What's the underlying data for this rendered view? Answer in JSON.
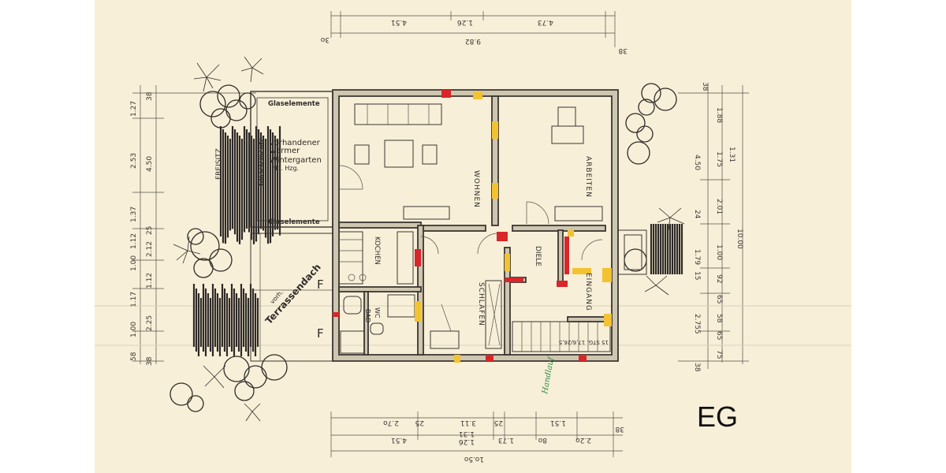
{
  "labels": {
    "glaselemente_top": "Glaselemente",
    "glaselemente_bottom": "Glaselemente",
    "glaselemente_side": "Glaselemente",
    "wintergarten_1": "vorhandener",
    "wintergarten_2": "warmer",
    "wintergarten_3": "Wintergarten",
    "wintergarten_4": "inkl. Hzg.",
    "freisitz": "FREISITZ",
    "terrassendach_1": "vorh.",
    "terrassendach_2": "Terrassendach",
    "f_upper": "F",
    "f_lower": "F",
    "wohnen": "WOHNEN",
    "arbeiten": "ARBEITEN",
    "kochen": "KOCHEN",
    "diele": "DIELE",
    "schlafen": "SCHLAFEN",
    "eingang": "EINGANG",
    "bad": "BAD",
    "wc": "WC",
    "stairs": "15 STG. 17,6/26,5",
    "handwritten": "Handlauf"
  },
  "floor_label": "EG",
  "dimensions": {
    "top_1": "4.51",
    "top_2": "1.26",
    "top_3": "4.73",
    "top_total": "9.82",
    "top_left": "3o",
    "top_right": "38",
    "bottom_top_1": "2.7o",
    "bottom_top_2": "25",
    "bottom_top_3": "3.11",
    "bottom_top_4": "25",
    "bottom_top_5": "1.51",
    "bottom_mid_1": "4.51",
    "bottom_mid_2": "1.31",
    "bottom_mid_3": "1.26",
    "bottom_mid_4": "1.73",
    "bottom_mid_5": "8o",
    "bottom_mid_6": "2.2o",
    "bottom_mid_7": "38",
    "bottom_total": "1o.5o",
    "left_1": "1.27",
    "left_2": "2.53",
    "left_3": "1.37",
    "left_4": "1.12",
    "left_5": "1.00",
    "left_6": "1.17",
    "left_7": "1.00",
    "left_8": "58",
    "left_b_1": "38",
    "left_b_2": "4.50",
    "left_b_3": "25",
    "left_b_4": "2.12",
    "left_b_5": "1.12",
    "left_b_6": "2.25",
    "left_b_7": "38",
    "right_1": "38",
    "right_2": "1.88",
    "right_3": "1.75",
    "right_4": "2.01",
    "right_5": "1.00",
    "right_6": "92",
    "right_7": "65",
    "right_8": "58",
    "right_9": "65",
    "right_10": "75",
    "right_a_1": "4.50",
    "right_a_2": "24",
    "right_a_3": "1.79",
    "right_a_4": "15",
    "right_a_5": "2.755",
    "right_a_6": "38",
    "right_c_1": "1.31",
    "right_total": "10.00"
  },
  "colors": {
    "paper": "#f8efd8",
    "wall": "#cfc6b0",
    "marker_yellow": "#f2c230",
    "marker_red": "#d8262a"
  }
}
